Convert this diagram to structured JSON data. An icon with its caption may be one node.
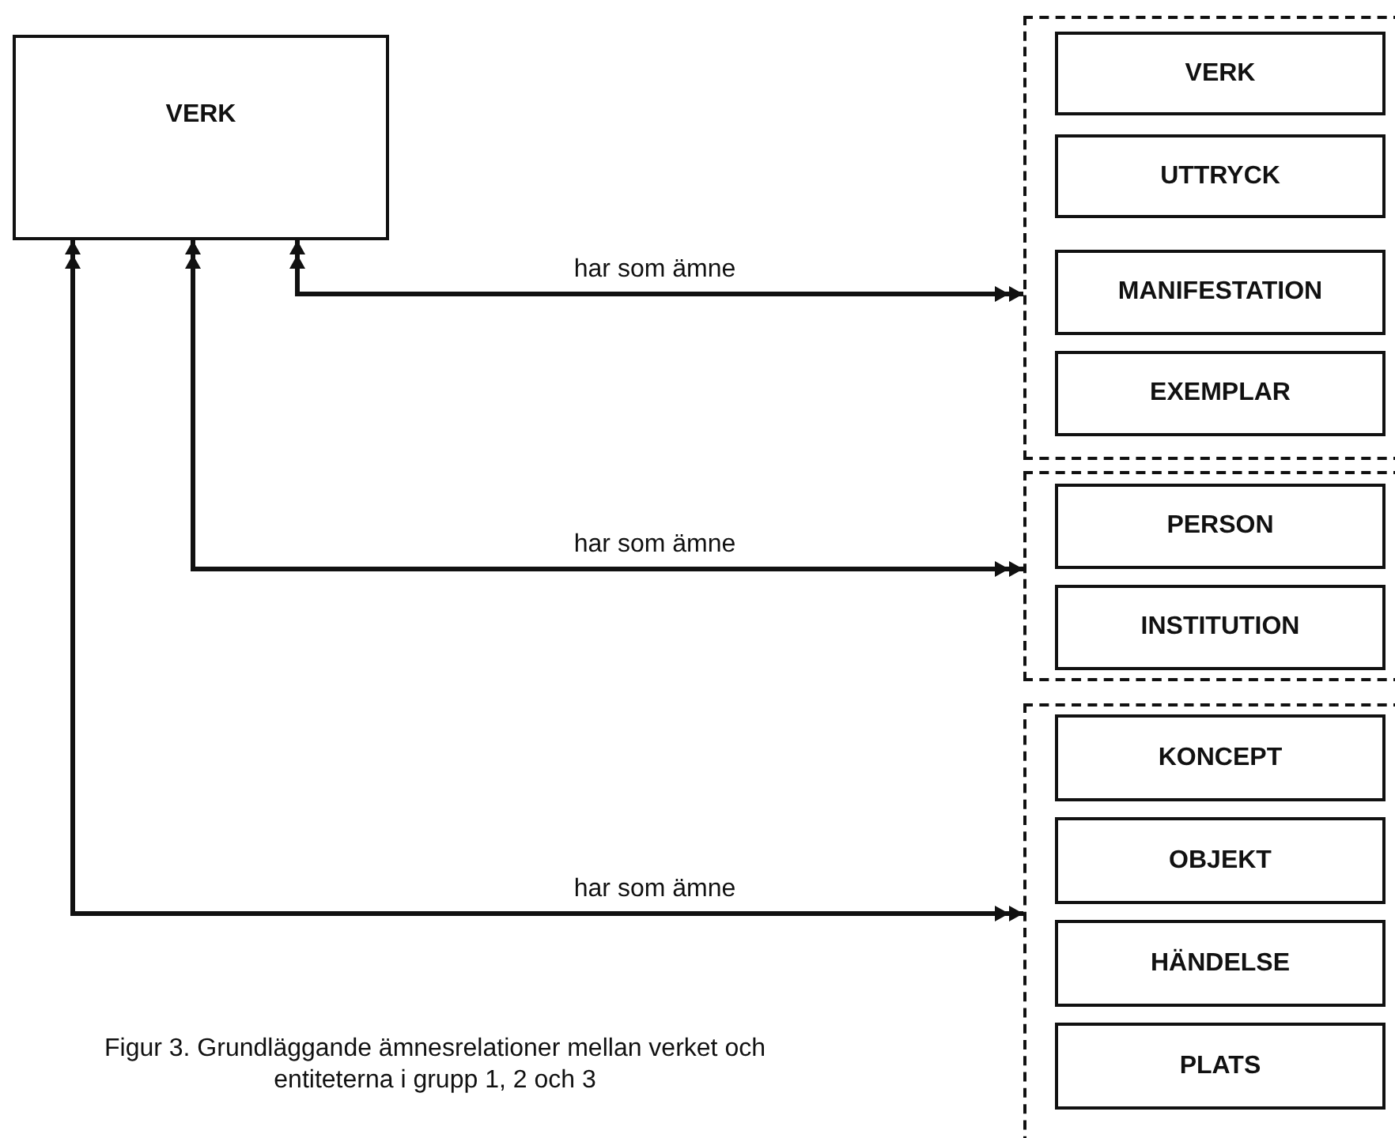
{
  "diagram": {
    "caption": "Figur 3. Grundläggande ämnesrelationer mellan verket och entiteterna i grupp 1, 2 och 3",
    "nodes": [
      {
        "text": [
          "VERK"
        ]
      },
      {
        "text": [],
        "shape": "box"
      },
      {
        "text": [
          "VERK"
        ],
        "in": 1
      },
      {
        "text": [
          "UTTRYCK"
        ],
        "in": 1
      },
      {
        "text": [
          "MANIFESTATION"
        ],
        "in": 1
      },
      {
        "text": [
          "EXEMPLAR"
        ],
        "in": 1
      },
      {
        "text": [],
        "shape": "box"
      },
      {
        "text": [
          "PERSON"
        ],
        "in": 6
      },
      {
        "text": [
          "INSTITUTION"
        ],
        "in": 6
      },
      {
        "text": [],
        "shape": "box"
      },
      {
        "text": [
          "KONCEPT"
        ],
        "in": 9
      },
      {
        "text": [
          "OBJEKT"
        ],
        "in": 9
      },
      {
        "text": [
          "HÄNDELSE"
        ],
        "in": 9
      },
      {
        "text": [
          "PLATS"
        ],
        "in": 9
      }
    ],
    "edges": [
      {
        "from": 0,
        "to": 1,
        "arrow": "both",
        "label": "har som ämne"
      },
      {
        "from": 0,
        "to": 6,
        "arrow": "both",
        "label": "har som ämne"
      },
      {
        "from": 0,
        "to": 9,
        "arrow": "both",
        "label": "har som ämne"
      }
    ]
  }
}
